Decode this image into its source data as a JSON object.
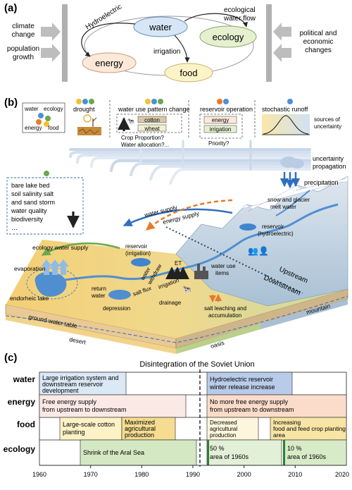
{
  "panel_a": {
    "label": "(a)",
    "nodes": {
      "water": "water",
      "ecology": "ecology",
      "energy": "energy",
      "food": "food"
    },
    "edges": {
      "hydroelectric": "Hydroelectric",
      "irrigation": "irrigation",
      "eco_flow_1": "ecological",
      "eco_flow_2": "water flow"
    },
    "left_drivers": [
      [
        "climate",
        "change"
      ],
      [
        "population",
        "growth"
      ]
    ],
    "right_drivers": [
      [
        "political and",
        "economic",
        "changes"
      ]
    ],
    "colors": {
      "water": "#d6e6f6",
      "ecology": "#e6f0d0",
      "energy": "#fde9d9",
      "food": "#fdf3c8"
    }
  },
  "panel_b": {
    "label": "(b)",
    "legend": {
      "water": "water",
      "ecology": "ecology",
      "energy": "energy",
      "food": "food"
    },
    "uncertainty_sources": {
      "drought": "drought",
      "water_use_change": "water use pattern change",
      "cotton": "cotton",
      "wheat": "wheat",
      "crop_q1": "Crop Proportion?",
      "crop_q2": "Water allocation?...",
      "reservoir_op": "reservoir operation",
      "energy": "energy",
      "irrigation": "irrigation",
      "priority": "Priority?",
      "runoff": "stochastic runoff",
      "sources_1": "sources of",
      "sources_2": "uncertainty"
    },
    "propagation_1": "uncertainty",
    "propagation_2": "propagation",
    "impacts": [
      "bare lake bed",
      "soil salinity salt",
      "and sand storm",
      "water quality",
      "biodiversity",
      "…"
    ],
    "landscape": {
      "snow_1": "snow and glacier",
      "snow_2": "melt water",
      "precipitation": "precipitation",
      "water_supply": "water supply",
      "energy_supply": "energy supply",
      "ecology_supply": "ecology water supply",
      "res_hydro_1": "reservoir",
      "res_hydro_2": "(hydroelectric)",
      "res_irr_1": "reservoir",
      "res_irr_2": "(irrigation)",
      "evaporation": "evaporation",
      "endorheic": "endorheic lake",
      "return_1": "return",
      "return_2": "water",
      "withdraw_1": "water",
      "withdraw_2": "withdraw",
      "irrigation": "irrigation",
      "et": "ET",
      "use_1": "water use",
      "use_2": "items",
      "salt_flux": "salt flux",
      "drainage": "drainage",
      "depression": "depression",
      "leach_1": "salt leaching and",
      "leach_2": "accumulation",
      "upstream": "Upstream",
      "downstream": "Downstream",
      "gwt": "ground water table",
      "desert": "desert",
      "oasis": "oasis",
      "mountain": "mountain"
    }
  },
  "panel_c": {
    "label": "(c)",
    "title": "Disintegration of the Soviet Union",
    "rows": [
      "water",
      "energy",
      "food",
      "ecology"
    ],
    "bars": {
      "water_1a": "Large irrigation system and",
      "water_1b": "downstream reservoir",
      "water_1c": "development",
      "water_2a": "Hydroelectric reservoir",
      "water_2b": "winter release increase",
      "energy_1a": "Free energy supply",
      "energy_1b": "from upstream to downstream",
      "energy_2a": "No more free energy supply",
      "energy_2b": "from upstream to downstream",
      "food_1a": "Large-scale cotton",
      "food_1b": "planting",
      "food_2a": "Maximized",
      "food_2b": "agricultural",
      "food_2c": "production",
      "food_3a": "Decreased",
      "food_3b": "agricultural",
      "food_3c": "production",
      "food_4a": "Increasing",
      "food_4b": "food and feed crop planting",
      "food_4c": "area",
      "eco_1": "Shrink of the Aral Sea",
      "eco_2a": "50 %",
      "eco_2b": "area of 1960s",
      "eco_3a": "10 %",
      "eco_3b": "area of 1960s"
    },
    "timeline": {
      "ticks": [
        "1960",
        "1970",
        "1980",
        "1990",
        "2000",
        "2010",
        "2020"
      ],
      "range": [
        1960,
        2020
      ],
      "dissolution_year": 1991
    }
  }
}
